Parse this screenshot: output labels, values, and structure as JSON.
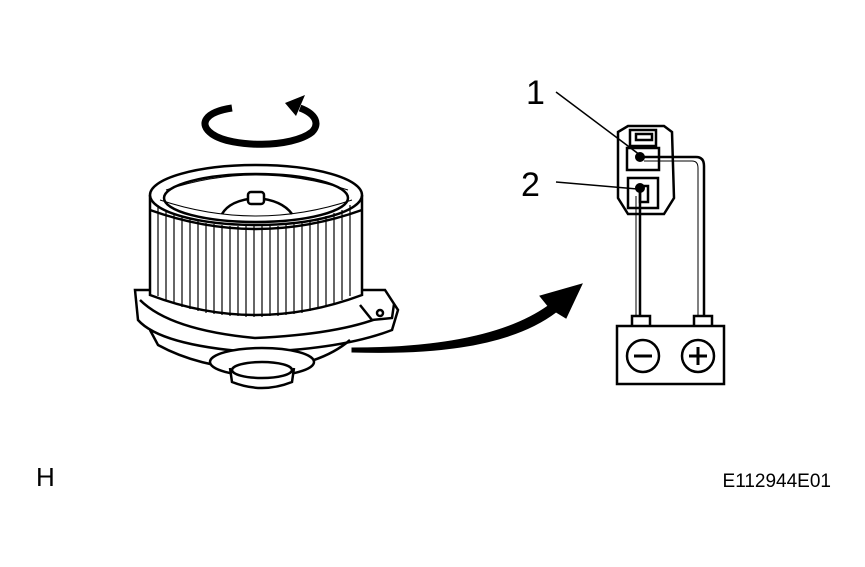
{
  "callouts": [
    {
      "label": "1"
    },
    {
      "label": "2"
    }
  ],
  "battery": {
    "negative_symbol": "−",
    "positive_symbol": "+"
  },
  "footer": {
    "view_code": "H",
    "figure_id": "E112944E01"
  },
  "icons": [
    "rotation-arrow-icon",
    "blower-motor-fan",
    "connector",
    "battery",
    "curved-arrow-icon"
  ],
  "colors": {
    "line": "#000000",
    "background": "#ffffff"
  }
}
